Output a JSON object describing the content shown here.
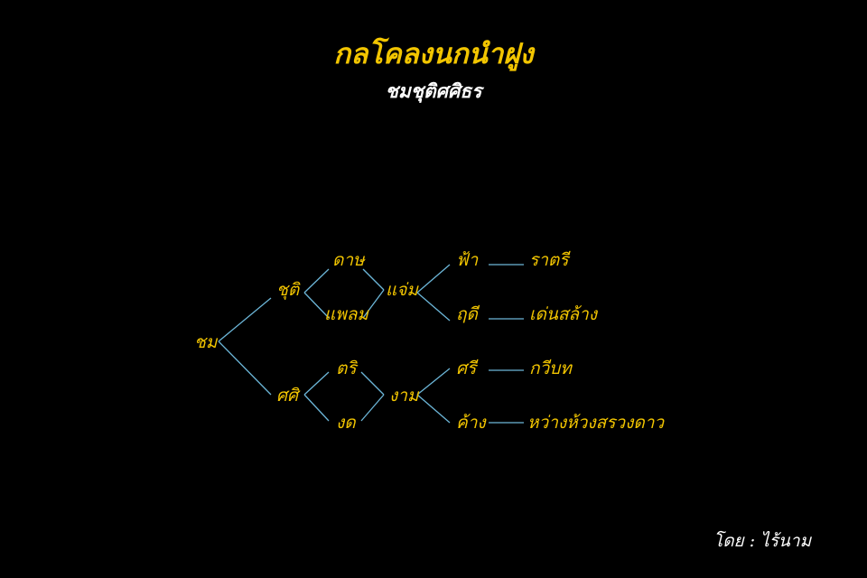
{
  "header": {
    "title": "กลโคลงนกนำฝูง",
    "subtitle": "ชมชุติศศิธร"
  },
  "colors": {
    "background": "#000000",
    "title": "#f2c500",
    "subtitle": "#ffffff",
    "node": "#f2c500",
    "line": "#6cb6d8",
    "credit": "#ffffff"
  },
  "diagram": {
    "root": "ชม",
    "branches": [
      "ชุติ",
      "ศศิ"
    ],
    "level2": [
      "ดาษ",
      "แพลม",
      "ตริ",
      "งด"
    ],
    "hubs": [
      "แจ่ม",
      "งาม"
    ],
    "leaves": [
      "ฟ้า",
      "ฤดี",
      "ศรี",
      "ค้าง"
    ],
    "endings": [
      "ราตรี",
      "เด่นสล้าง",
      "กวีบท",
      "หว่างห้วงสรวงดาว"
    ]
  },
  "footer": {
    "credit": "โดย : ไร้นาม"
  }
}
